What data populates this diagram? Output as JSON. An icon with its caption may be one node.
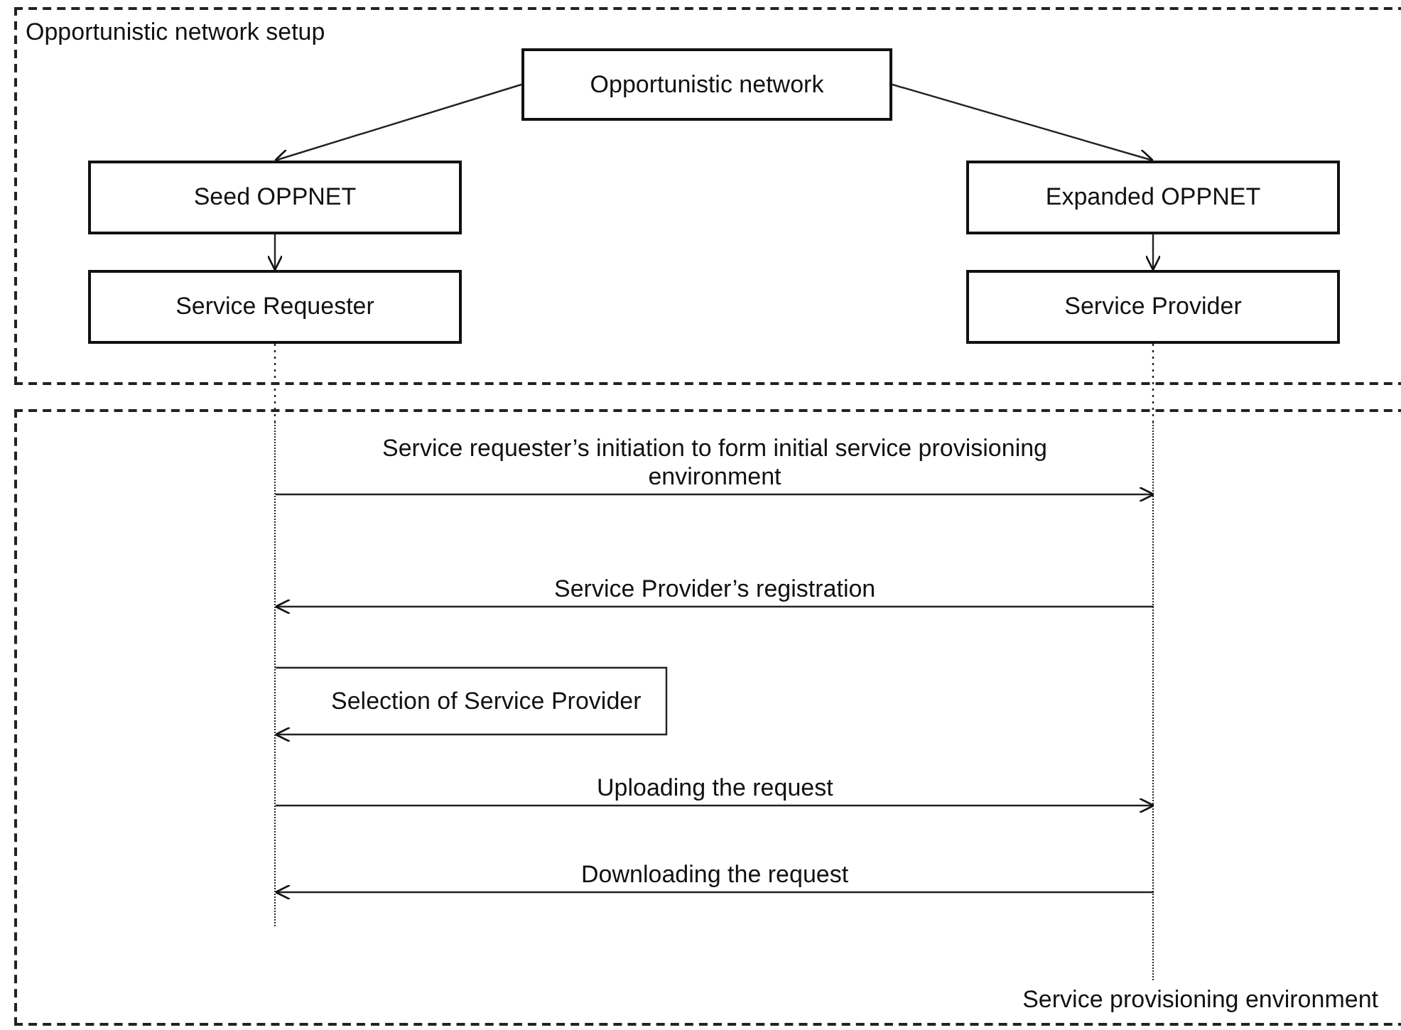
{
  "diagram": {
    "nodes": [
      {
        "text": [
          "Opportunistic network setup"
        ]
      },
      {
        "text": [
          "Opportunistic network"
        ],
        "in": 0
      },
      {
        "text": [
          "Seed OPPNET"
        ],
        "in": 0
      },
      {
        "text": [
          "Expanded OPPNET"
        ],
        "in": 0
      },
      {
        "text": [
          "Service Requester"
        ],
        "in": 0
      },
      {
        "text": [
          "Service Provider"
        ],
        "in": 0
      },
      {
        "text": [
          "Service provisioning environment"
        ]
      },
      {
        "text": [],
        "shape": "line",
        "in": 6
      },
      {
        "text": [],
        "shape": "line",
        "in": 6
      }
    ],
    "edges": [
      {
        "from": 1,
        "to": 2,
        "arrow": "to"
      },
      {
        "from": 1,
        "to": 3,
        "arrow": "to"
      },
      {
        "from": 2,
        "to": 4,
        "arrow": "to"
      },
      {
        "from": 3,
        "to": 5,
        "arrow": "to"
      },
      {
        "from": 4,
        "to": 7,
        "arrow": "none",
        "style": "dashed"
      },
      {
        "from": 5,
        "to": 8,
        "arrow": "none",
        "style": "dashed"
      },
      {
        "from": 7,
        "to": 8,
        "arrow": "to",
        "label": "Service requester’s initiation to form initial service provisioning environment"
      },
      {
        "from": 8,
        "to": 7,
        "arrow": "to",
        "label": "Service Provider’s registration"
      },
      {
        "from": 7,
        "to": 7,
        "arrow": "to",
        "label": "Selection of Service Provider"
      },
      {
        "from": 7,
        "to": 8,
        "arrow": "to",
        "label": "Uploading the request"
      },
      {
        "from": 8,
        "to": 7,
        "arrow": "to",
        "label": "Downloading the request"
      }
    ]
  }
}
